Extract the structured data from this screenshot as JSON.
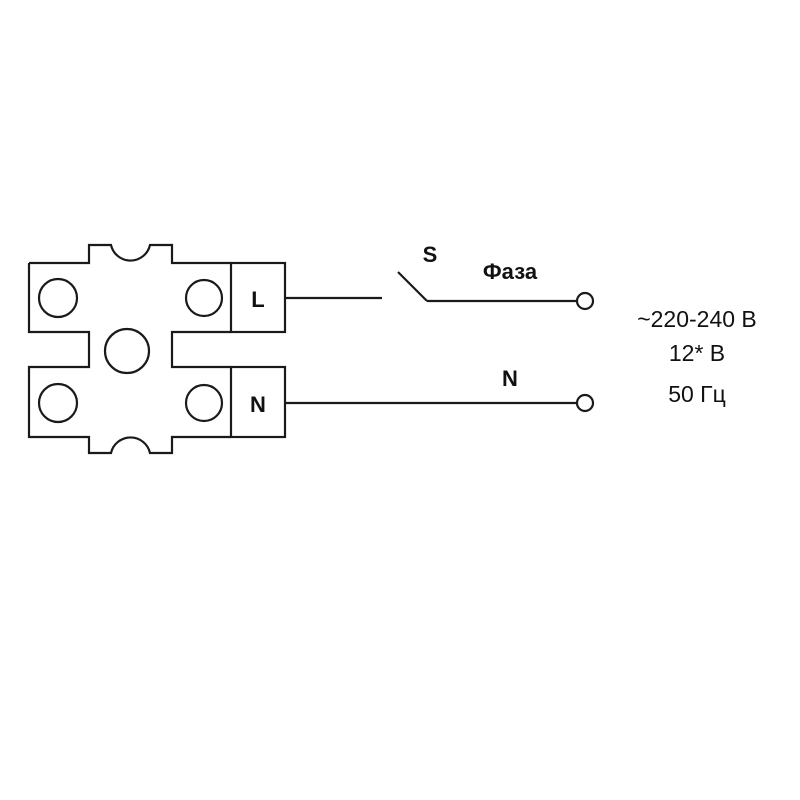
{
  "terminal_block": {
    "label_L": "L",
    "label_N": "N"
  },
  "switch": {
    "label": "S"
  },
  "wires": {
    "phase_label": "Фаза",
    "neutral_label": "N"
  },
  "supply": {
    "voltage": "~220-240 В",
    "alt_voltage": "12* В",
    "frequency": "50 Гц"
  }
}
